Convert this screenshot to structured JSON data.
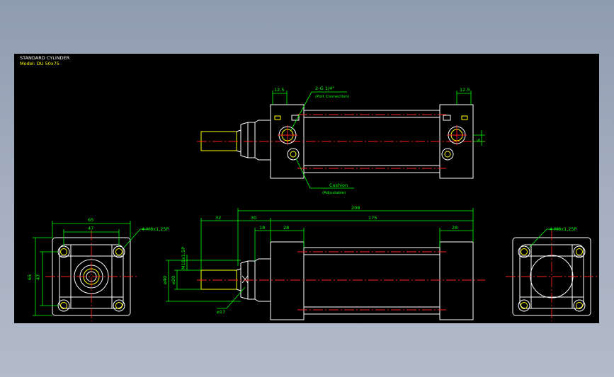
{
  "title_block": {
    "title": "STANDARD CYLINDER",
    "model": "Model: DU 50x75"
  },
  "top_view": {
    "dim_left": "12.5",
    "dim_right": "12.5",
    "port_label": "2-G 1/4\"",
    "port_note": "(Port Connection)",
    "dim_side": "5",
    "cushion_label": "Cushion",
    "cushion_note": "(Adjustable)"
  },
  "left_view": {
    "dim_width_outer": "65",
    "dim_width_inner": "47",
    "dim_height_outer": "65",
    "dim_height_inner": "47",
    "bolt_label": "4-M8x1.25P"
  },
  "side_view": {
    "dim_total": "208",
    "dim_rod": "32",
    "dim_b": "30",
    "dim_body": "175",
    "dim_c": "18",
    "dim_cap_l": "28",
    "dim_cap_r": "28",
    "thread_label": "M18x1.5P",
    "dia_a": "⌀40",
    "dia_b": "⌀20",
    "dia_c": "⌀17"
  },
  "right_view": {
    "bolt_label": "4-M8x1.25P"
  }
}
